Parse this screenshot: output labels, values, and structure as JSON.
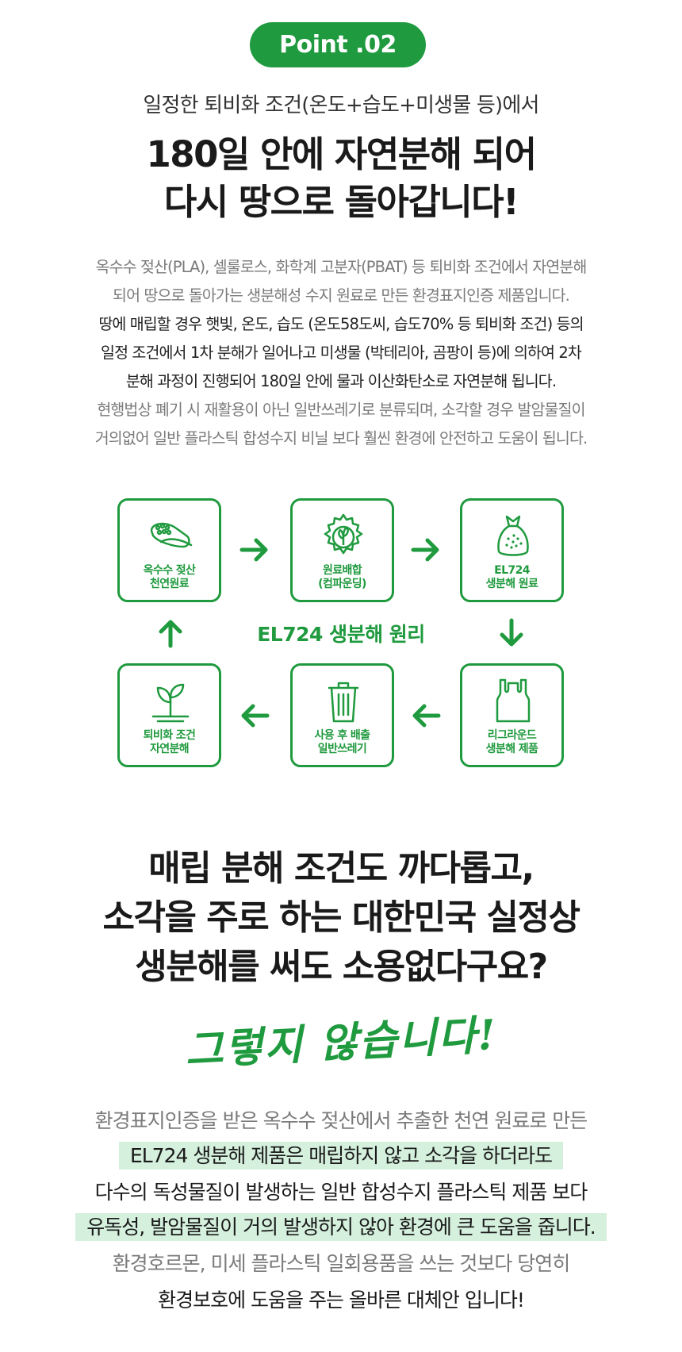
{
  "badge": "Point .02",
  "subtitle": "일정한 퇴비화 조건(온도+습도+미생물 등)에서",
  "headline": [
    "180일 안에 자연분해 되어",
    "다시 땅으로 돌아갑니다!"
  ],
  "description": [
    {
      "text": "옥수수 젖산(PLA), 셀룰로스, 화학계 고분자(PBAT) 등 퇴비화 조건에서 자연분해",
      "tone": "gray"
    },
    {
      "text": "되어 땅으로 돌아가는 생분해성 수지 원료로 만든 환경표지인증 제품입니다.",
      "tone": "gray"
    },
    {
      "text": "땅에 매립할 경우 햇빛, 온도, 습도 (온도58도씨, 습도70% 등 퇴비화 조건) 등의",
      "tone": "dark"
    },
    {
      "text": "일정 조건에서 1차 분해가 일어나고 미생물 (박테리아, 곰팡이 등)에 의하여 2차",
      "tone": "dark"
    },
    {
      "text": "분해 과정이 진행되어 180일 안에 물과 이산화탄소로 자연분해 됩니다.",
      "tone": "dark"
    },
    {
      "text": "현행법상 폐기 시 재활용이 아닌 일반쓰레기로 분류되며, 소각할 경우 발암물질이",
      "tone": "gray"
    },
    {
      "text": "거의없어 일반 플라스틱 합성수지 비닐 보다 훨씬 환경에 안전하고 도움이 됩니다.",
      "tone": "gray"
    }
  ],
  "cycle": {
    "title": "EL724 생분해 원리",
    "steps": [
      {
        "line1": "옥수수 젖산",
        "line2": "천연원료",
        "icon": "corn-icon"
      },
      {
        "line1": "원료배합",
        "line2": "(컴파운딩)",
        "icon": "gear-leaf-icon"
      },
      {
        "line1": "EL724",
        "line2": "생분해 원료",
        "icon": "pellet-bag-icon"
      },
      {
        "line1": "리그라운드",
        "line2": "생분해 제품",
        "icon": "plastic-bag-icon"
      },
      {
        "line1": "사용 후 배출",
        "line2": "일반쓰레기",
        "icon": "trash-can-icon"
      },
      {
        "line1": "퇴비화 조건",
        "line2": "자연분해",
        "icon": "sprout-icon"
      }
    ]
  },
  "question": [
    "매립 분해 조건도 까다롭고,",
    "소각을 주로 하는 대한민국 실정상",
    "생분해를 써도 소용없다구요?"
  ],
  "answer_script": "그렇지 않습니다!",
  "benefits": [
    {
      "text": "환경표지인증을 받은 옥수수 젖산에서 추출한 천연 원료로 만든",
      "tone": "gray",
      "highlight": false
    },
    {
      "text": "EL724 생분해 제품은 매립하지 않고 소각을 하더라도",
      "tone": "dark",
      "highlight": true
    },
    {
      "text": "다수의 독성물질이 발생하는 일반 합성수지 플라스틱 제품 보다",
      "tone": "dark",
      "highlight": false
    },
    {
      "text": "유독성, 발암물질이 거의 발생하지 않아 환경에 큰 도움을 줍니다.",
      "tone": "dark",
      "highlight": true
    },
    {
      "text": "환경호르몬, 미세 플라스틱 일회용품을 쓰는 것보다 당연히",
      "tone": "gray",
      "highlight": false
    },
    {
      "text": "환경보호에 도움을 주는 올바른 대체안 입니다!",
      "tone": "dark",
      "highlight": false
    }
  ],
  "colors": {
    "accent": "#1f9a3e",
    "highlight": "#d5f0dd"
  }
}
